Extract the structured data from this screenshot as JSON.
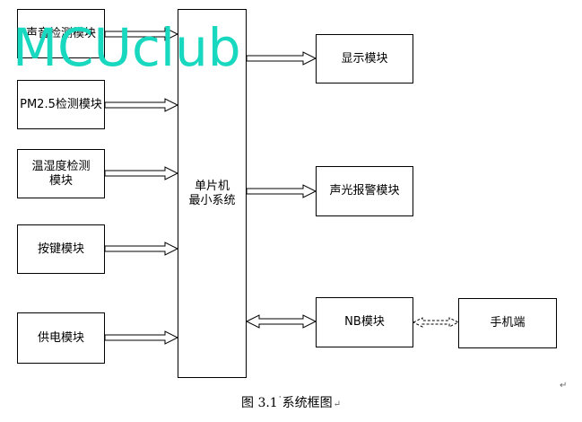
{
  "inputs": [
    {
      "id": "sound-detect",
      "lines": [
        "声音检测模块"
      ]
    },
    {
      "id": "pm25-detect",
      "lines": [
        "PM2.5检测模块"
      ]
    },
    {
      "id": "temp-humidity-detect",
      "lines": [
        "温湿度检测",
        "模块"
      ]
    },
    {
      "id": "keypad",
      "lines": [
        "按键模块"
      ]
    },
    {
      "id": "power-supply",
      "lines": [
        "供电模块"
      ]
    }
  ],
  "mcu": {
    "lines": [
      "单片机",
      "最小系统"
    ]
  },
  "outputs": [
    {
      "id": "display",
      "lines": [
        "显示模块"
      ]
    },
    {
      "id": "sound-light-alarm",
      "lines": [
        "声光报警模块"
      ]
    },
    {
      "id": "nb",
      "lines": [
        "NB模块"
      ]
    }
  ],
  "phone": {
    "lines": [
      "手机端"
    ]
  },
  "watermark": "MCUclub",
  "caption": {
    "prefix": "图 3.1",
    "dot": "·",
    "text": "系统框图",
    "mark": "↵"
  },
  "corner_mark": "↵",
  "colors": {
    "watermark": "#19d8c0",
    "line": "#000000"
  }
}
